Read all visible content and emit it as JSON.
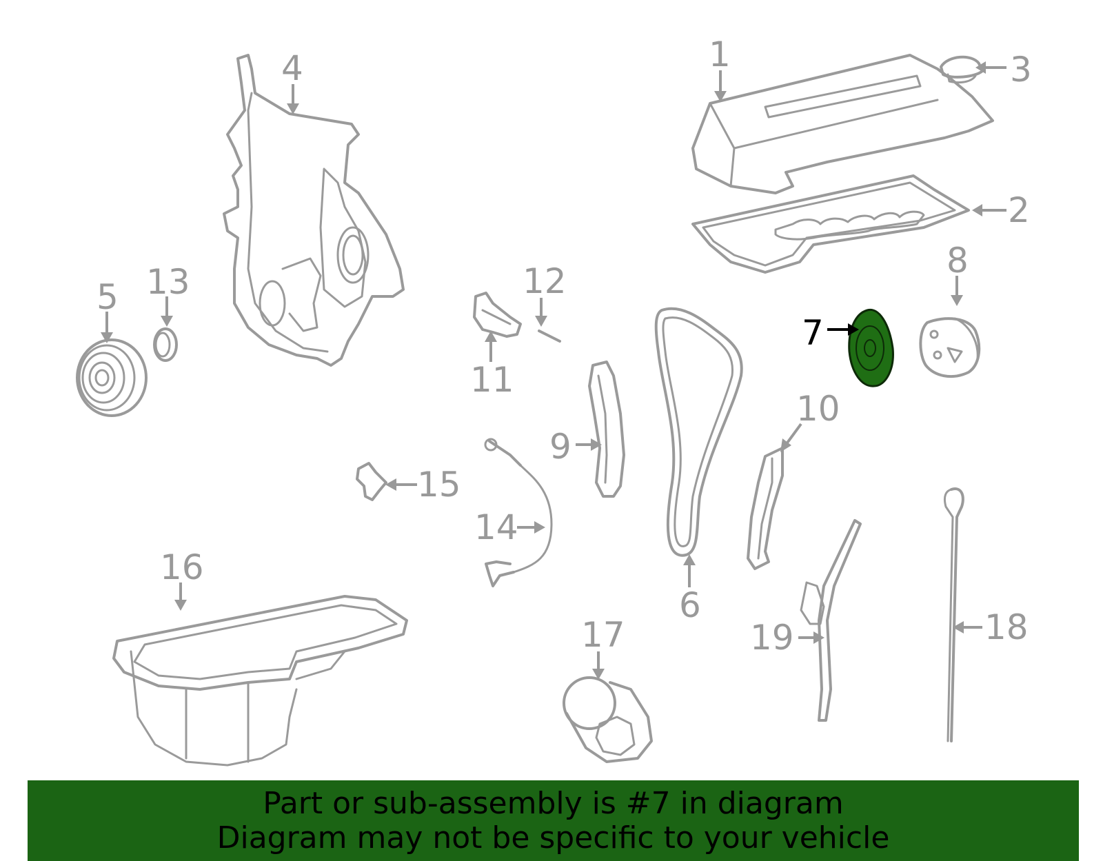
{
  "callouts": [
    "1",
    "2",
    "3",
    "4",
    "5",
    "6",
    "7",
    "8",
    "9",
    "10",
    "11",
    "12",
    "13",
    "14",
    "15",
    "16",
    "17",
    "18",
    "19"
  ],
  "highlighted_part": "7",
  "banner": {
    "line1": "Part or sub-assembly is #7 in diagram",
    "line2": "Diagram may not be specific to your vehicle"
  },
  "colors": {
    "banner": "#1b6414",
    "highlight": "#1f6e14",
    "line": "#9a9a9a"
  }
}
